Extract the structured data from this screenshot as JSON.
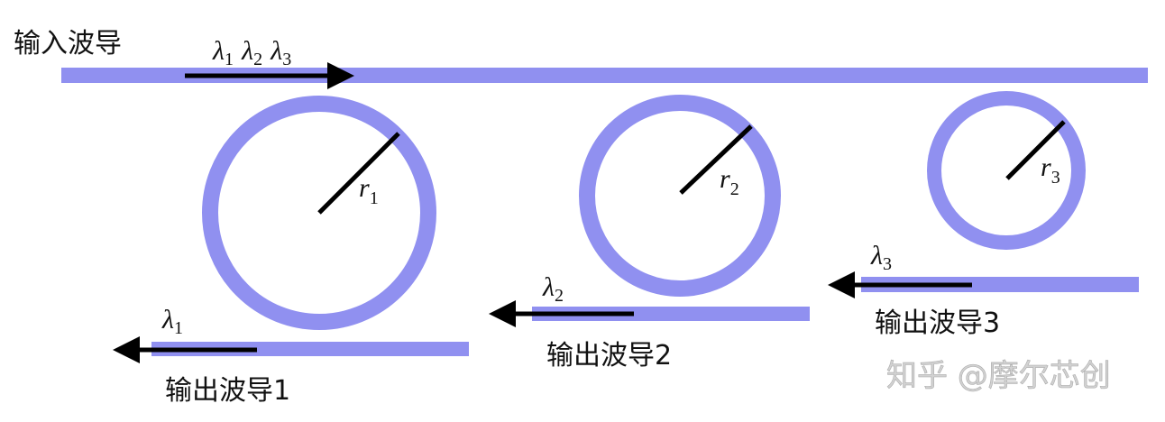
{
  "colors": {
    "waveguide": "#9090f0",
    "arrow": "#000000",
    "watermark": "#cccccc"
  },
  "input": {
    "label": "输入波导",
    "wavelengths": [
      {
        "sym": "λ",
        "sub": "1"
      },
      {
        "sym": "λ",
        "sub": "2"
      },
      {
        "sym": "λ",
        "sub": "3"
      }
    ]
  },
  "rings": [
    {
      "radius_label": "r",
      "radius_sub": "1"
    },
    {
      "radius_label": "r",
      "radius_sub": "2"
    },
    {
      "radius_label": "r",
      "radius_sub": "3"
    }
  ],
  "outputs": [
    {
      "label": "输出波导1",
      "wavelength": "λ",
      "wavelength_sub": "1"
    },
    {
      "label": "输出波导2",
      "wavelength": "λ",
      "wavelength_sub": "2"
    },
    {
      "label": "输出波导3",
      "wavelength": "λ",
      "wavelength_sub": "3"
    }
  ],
  "watermark": "知乎 @摩尔芯创"
}
